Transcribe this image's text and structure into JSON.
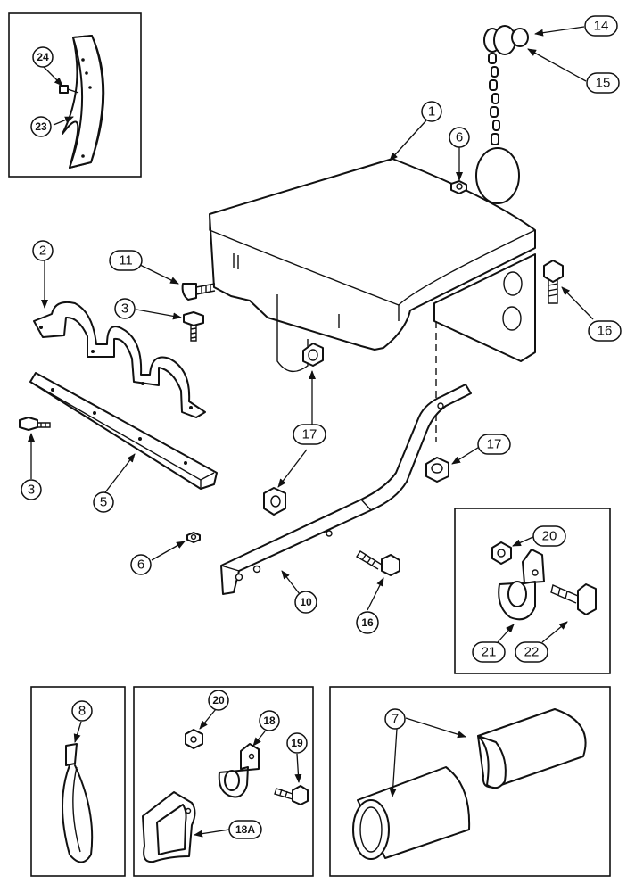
{
  "callouts": {
    "c1": "1",
    "c2": "2",
    "c3a": "3",
    "c3b": "3",
    "c5": "5",
    "c6a": "6",
    "c6b": "6",
    "c7": "7",
    "c8": "8",
    "c10": "10",
    "c11": "11",
    "c14": "14",
    "c15": "15",
    "c16a": "16",
    "c16b": "16",
    "c17a": "17",
    "c17b": "17",
    "c18": "18",
    "c18a": "18A",
    "c19": "19",
    "c20a": "20",
    "c20b": "20",
    "c21": "21",
    "c22": "22",
    "c23": "23",
    "c24": "24"
  },
  "icons": {
    "arrowhead": "arrowhead-icon",
    "balloon": "callout-balloon-icon"
  }
}
